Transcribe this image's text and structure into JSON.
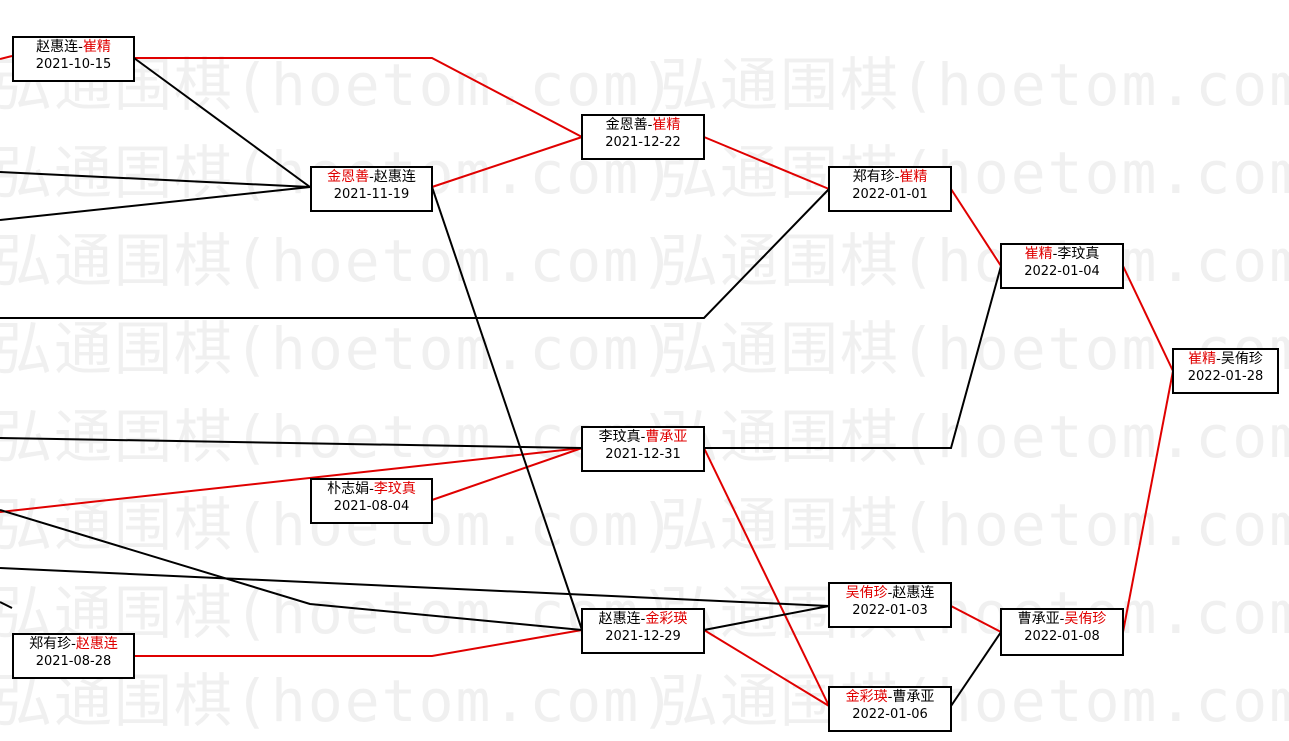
{
  "watermark_text": "弘通围棋(hoetom.com)",
  "colors": {
    "winner": "#e00000",
    "loser": "#000000",
    "winner_path": "#e00000",
    "loser_path": "#000000"
  },
  "matches": [
    {
      "id": "m1",
      "p1": "赵惠连",
      "p2": "崔精",
      "winner": 2,
      "date": "2021-10-15"
    },
    {
      "id": "m2",
      "p1": "金恩善",
      "p2": "赵惠连",
      "winner": 1,
      "date": "2021-11-19"
    },
    {
      "id": "m3",
      "p1": "金恩善",
      "p2": "崔精",
      "winner": 2,
      "date": "2021-12-22"
    },
    {
      "id": "m4",
      "p1": "郑有珍",
      "p2": "崔精",
      "winner": 2,
      "date": "2022-01-01"
    },
    {
      "id": "m5",
      "p1": "崔精",
      "p2": "李玟真",
      "winner": 1,
      "date": "2022-01-04"
    },
    {
      "id": "m6",
      "p1": "崔精",
      "p2": "吴侑珍",
      "winner": 1,
      "date": "2022-01-28"
    },
    {
      "id": "m7",
      "p1": "李玟真",
      "p2": "曹承亚",
      "winner": 2,
      "date": "2021-12-31"
    },
    {
      "id": "m8",
      "p1": "朴志娟",
      "p2": "李玟真",
      "winner": 2,
      "date": "2021-08-04"
    },
    {
      "id": "m9",
      "p1": "赵惠连",
      "p2": "金彩瑛",
      "winner": 2,
      "date": "2021-12-29"
    },
    {
      "id": "m10",
      "p1": "郑有珍",
      "p2": "赵惠连",
      "winner": 2,
      "date": "2021-08-28"
    },
    {
      "id": "m11",
      "p1": "吴侑珍",
      "p2": "赵惠连",
      "winner": 1,
      "date": "2022-01-03"
    },
    {
      "id": "m12",
      "p1": "金彩瑛",
      "p2": "曹承亚",
      "winner": 1,
      "date": "2022-01-06"
    },
    {
      "id": "m13",
      "p1": "曹承亚",
      "p2": "吴侑珍",
      "winner": 2,
      "date": "2022-01-08"
    }
  ]
}
